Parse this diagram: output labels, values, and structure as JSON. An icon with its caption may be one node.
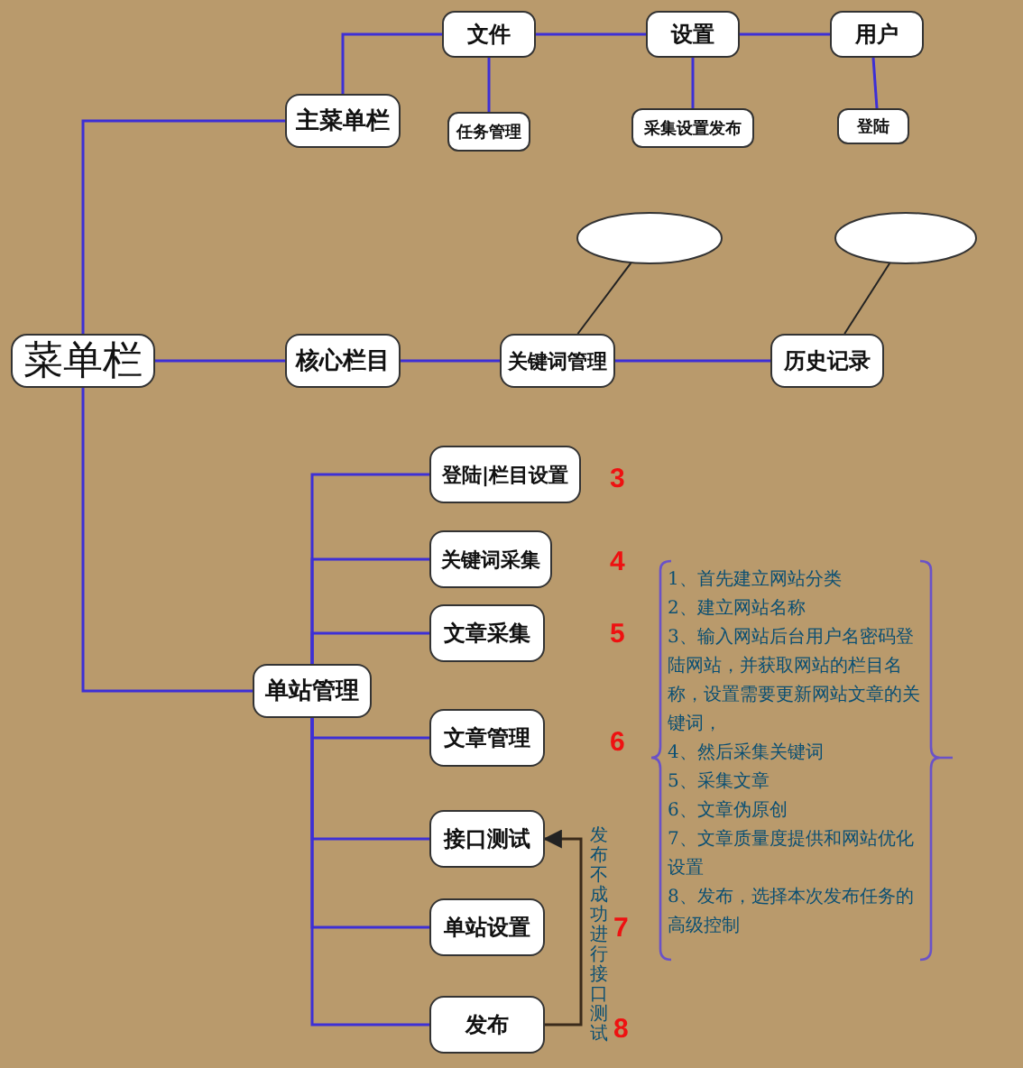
{
  "diagram": {
    "nodes": [
      {
        "text": [
          "菜单栏"
        ]
      },
      {
        "text": [
          "主菜单栏"
        ]
      },
      {
        "text": [
          "文件"
        ]
      },
      {
        "text": [
          "设置"
        ]
      },
      {
        "text": [
          "用户"
        ]
      },
      {
        "text": [
          "任务管理"
        ]
      },
      {
        "text": [
          "采集设置发布"
        ]
      },
      {
        "text": [
          "登陆"
        ]
      },
      {
        "text": [
          "核心栏目"
        ]
      },
      {
        "text": [
          "关键词管理"
        ]
      },
      {
        "text": [
          "历史记录"
        ]
      },
      {
        "text": [],
        "shape": "ellipse"
      },
      {
        "text": [],
        "shape": "ellipse"
      },
      {
        "text": [
          "单站管理"
        ]
      },
      {
        "text": [
          "登陆|栏目设置"
        ]
      },
      {
        "text": [
          "关键词采集"
        ]
      },
      {
        "text": [
          "文章采集"
        ]
      },
      {
        "text": [
          "文章管理"
        ]
      },
      {
        "text": [
          "接口测试"
        ]
      },
      {
        "text": [
          "单站设置"
        ]
      },
      {
        "text": [
          "发布"
        ]
      }
    ],
    "edges": [
      {
        "from": 0,
        "to": 1,
        "arrow": "none"
      },
      {
        "from": 1,
        "to": 2,
        "arrow": "none"
      },
      {
        "from": 2,
        "to": 3,
        "arrow": "none"
      },
      {
        "from": 3,
        "to": 4,
        "arrow": "none"
      },
      {
        "from": 2,
        "to": 5,
        "arrow": "none"
      },
      {
        "from": 3,
        "to": 6,
        "arrow": "none"
      },
      {
        "from": 4,
        "to": 7,
        "arrow": "none"
      },
      {
        "from": 0,
        "to": 8,
        "arrow": "none"
      },
      {
        "from": 8,
        "to": 9,
        "arrow": "none"
      },
      {
        "from": 9,
        "to": 10,
        "arrow": "none"
      },
      {
        "from": 9,
        "to": 11,
        "arrow": "none",
        "color": "#222222"
      },
      {
        "from": 10,
        "to": 12,
        "arrow": "none",
        "color": "#222222"
      },
      {
        "from": 0,
        "to": 13,
        "arrow": "none"
      },
      {
        "from": 13,
        "to": 14,
        "arrow": "none"
      },
      {
        "from": 13,
        "to": 15,
        "arrow": "none"
      },
      {
        "from": 13,
        "to": 16,
        "arrow": "none"
      },
      {
        "from": 13,
        "to": 17,
        "arrow": "none"
      },
      {
        "from": 13,
        "to": 18,
        "arrow": "none"
      },
      {
        "from": 13,
        "to": 19,
        "arrow": "none"
      },
      {
        "from": 13,
        "to": 20,
        "arrow": "none"
      },
      {
        "from": 20,
        "to": 18,
        "arrow": "to",
        "color": "#3a2a1a",
        "label": "发布不成功进行接口测试"
      }
    ],
    "labels": [
      "3",
      "4",
      "5",
      "6",
      "7",
      "8",
      "1、首先建立网站分类",
      "2、建立网站名称",
      "3、输入网站后台用户名密码登陆网站，并获取网站的栏目名称，设置需要更新网站文章的关键词，",
      "4、然后采集关键词",
      "5、采集文章",
      "6、文章伪原创",
      "7、文章质量度提供和网站优化设置",
      "8、发布，选择本次发布任务的高级控制"
    ]
  }
}
